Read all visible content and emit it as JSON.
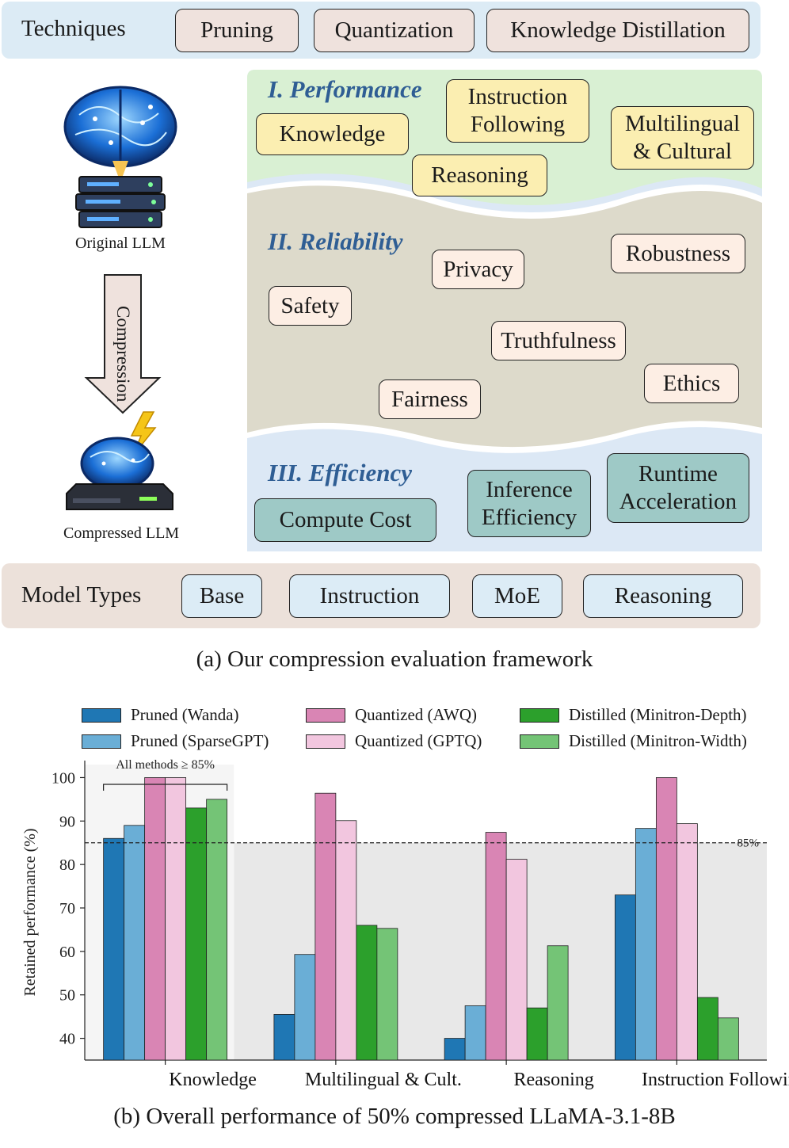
{
  "techniques": {
    "label": "Techniques",
    "items": [
      "Pruning",
      "Quantization",
      "Knowledge Distillation"
    ]
  },
  "original_llm_label": "Original LLM",
  "compression_label": "Compression",
  "compressed_llm_label": "Compressed LLM",
  "performance": {
    "title": "I. Performance",
    "items": [
      "Knowledge",
      "Instruction\nFollowing",
      "Multilingual\n& Cultural",
      "Reasoning"
    ]
  },
  "reliability": {
    "title": "II. Reliability",
    "items": [
      "Privacy",
      "Robustness",
      "Safety",
      "Truthfulness",
      "Ethics",
      "Fairness"
    ]
  },
  "efficiency": {
    "title": "III. Efficiency",
    "items": [
      "Inference\nEfficiency",
      "Runtime\nAcceleration",
      "Compute Cost"
    ]
  },
  "model_types": {
    "label": "Model Types",
    "items": [
      "Base",
      "Instruction",
      "MoE",
      "Reasoning"
    ]
  },
  "caption_a": "(a) Our compression evaluation framework",
  "caption_b": "(b) Overall performance of 50% compressed LLaMA-3.1-8B",
  "colors": {
    "techniques_band": "#dcebf5",
    "performance_band": "#d9f0d3",
    "reliability_band": "#dddacb",
    "efficiency_band": "#dce8f5",
    "model_types_band": "#ece1da"
  },
  "chart_data": {
    "type": "bar",
    "categories": [
      "Knowledge",
      "Multilingual & Cult.",
      "Reasoning",
      "Instruction Following"
    ],
    "series": [
      {
        "name": "Pruned (Wanda)",
        "color": "#1f77b4",
        "values": [
          86,
          45.5,
          40,
          73
        ]
      },
      {
        "name": "Pruned (SparseGPT)",
        "color": "#6aaed6",
        "values": [
          89,
          59.3,
          47.5,
          88.3
        ]
      },
      {
        "name": "Quantized (AWQ)",
        "color": "#d985b4",
        "values": [
          100,
          96.4,
          87.4,
          100
        ]
      },
      {
        "name": "Quantized (GPTQ)",
        "color": "#f2c6df",
        "values": [
          100,
          90.1,
          81.2,
          89.4
        ]
      },
      {
        "name": "Distilled (Minitron-Depth)",
        "color": "#2ca02c",
        "values": [
          93,
          66,
          47,
          49.4
        ]
      },
      {
        "name": "Distilled (Minitron-Width)",
        "color": "#74c476",
        "values": [
          95,
          65.3,
          61.3,
          44.7
        ]
      }
    ],
    "ylabel": "Retained performance (%)",
    "yticks": [
      40,
      50,
      60,
      70,
      80,
      90,
      100
    ],
    "ylim": [
      35,
      103
    ],
    "reference_line": {
      "value": 85,
      "label": "85%"
    },
    "annotation": "All methods ≥ 85%",
    "legend_position": "top"
  }
}
